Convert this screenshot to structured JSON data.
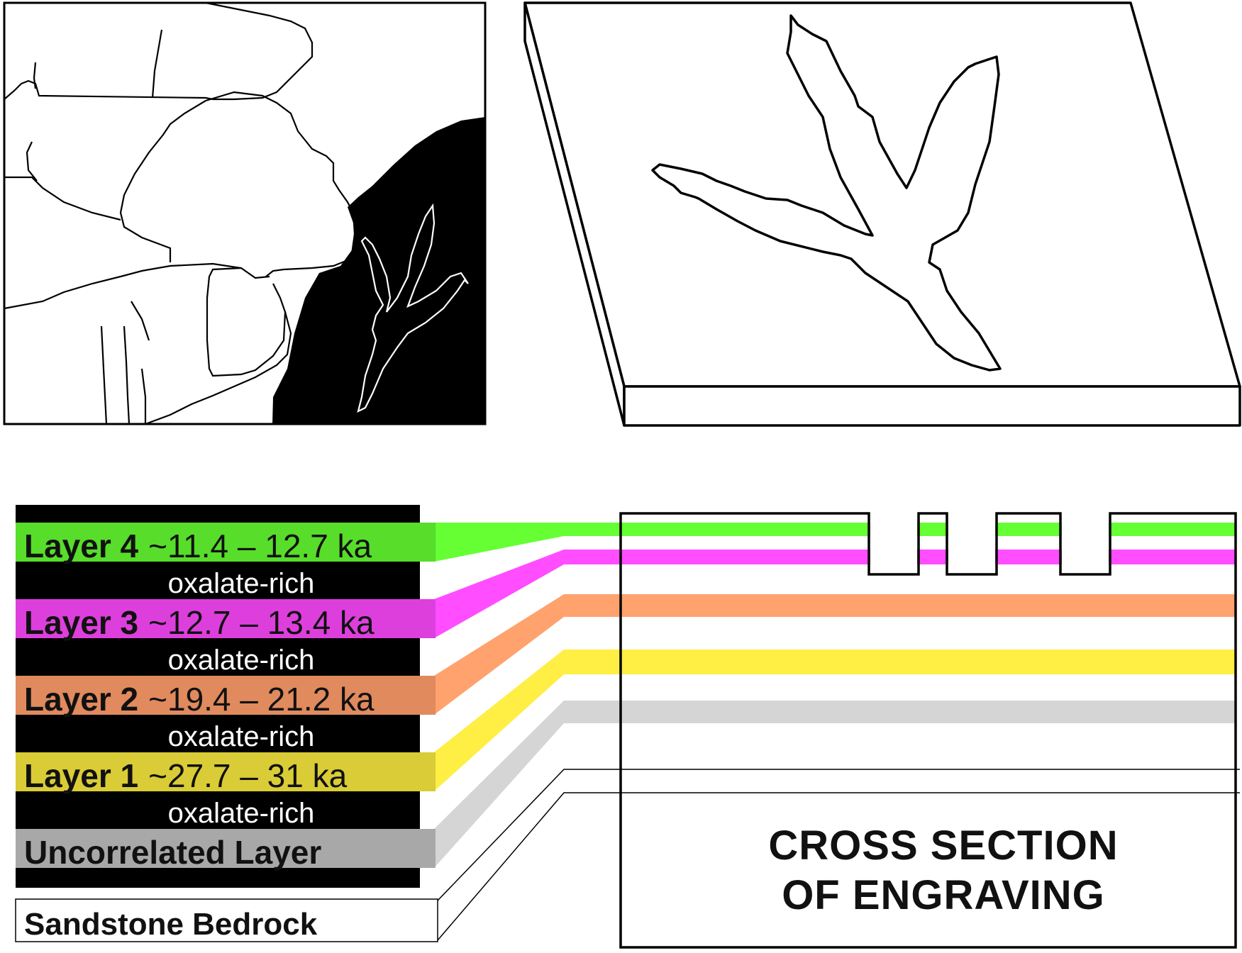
{
  "colors": {
    "layer4": "#66ff33",
    "layer3": "#ff4dff",
    "layer2": "#ffa26e",
    "layer1": "#ffee44",
    "uncorrelated": "#d5d5d5",
    "layer4_box": "#57dd2a",
    "layer3_box": "#dd3fdd",
    "layer2_box": "#e08a5e",
    "layer1_box": "#d9cc36",
    "uncorrelated_box": "#a8a8a8",
    "black": "#000000"
  },
  "legend": {
    "layers": [
      {
        "name": "Layer 4",
        "age": "~11.4 – 12.7 ka"
      },
      {
        "name": "Layer 3",
        "age": "~12.7 – 13.4 ka"
      },
      {
        "name": "Layer 2",
        "age": "~19.4 – 21.2 ka"
      },
      {
        "name": "Layer 1",
        "age": "~27.7 – 31 ka"
      }
    ],
    "separator": "oxalate-rich",
    "uncorrelated": "Uncorrelated Layer",
    "bedrock": "Sandstone Bedrock"
  },
  "cross_section": {
    "title_line1": "CROSS SECTION",
    "title_line2": "OF ENGRAVING"
  }
}
